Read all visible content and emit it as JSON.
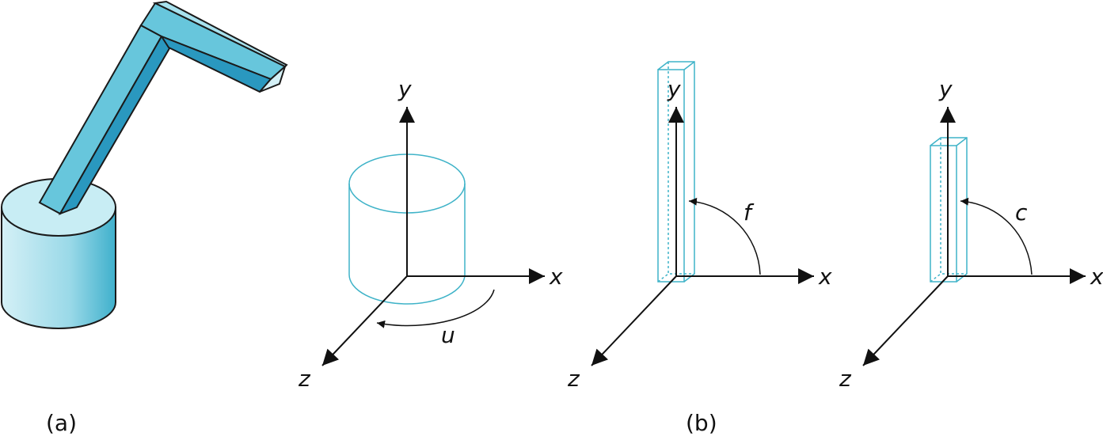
{
  "captions": {
    "a": "(a)",
    "b": "(b)"
  },
  "axes_labels": {
    "y": "y",
    "x": "x",
    "z": "z"
  },
  "angles": {
    "base": "u",
    "lower_arm": "f",
    "upper_arm": "c"
  },
  "colors": {
    "arm_face": "#67c6dc",
    "arm_side": "#2a98bf",
    "arm_top": "#a8e2ee",
    "base_top": "#c8edf4",
    "wire": "#3fb3c8",
    "stroke": "#1a1a1a"
  }
}
